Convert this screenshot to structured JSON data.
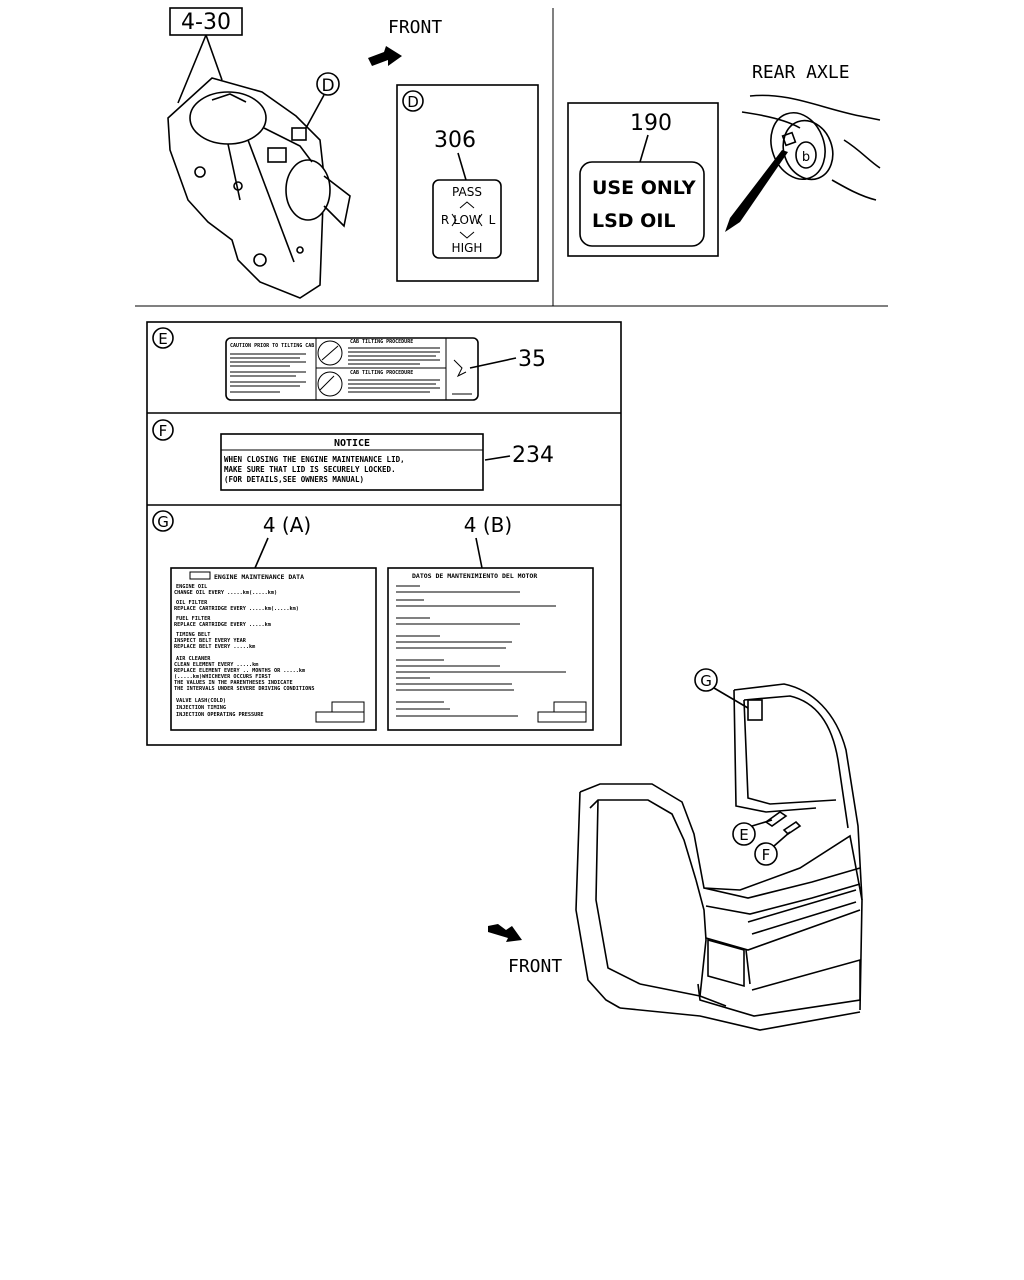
{
  "callouts": {
    "ref_4_30": "4-30",
    "front_top": "FRONT",
    "front_bottom": "FRONT",
    "rear_axle": "REAR AXLE",
    "c_d": "D",
    "c_d_box": "D",
    "c_e": "E",
    "c_f": "F",
    "c_g": "G",
    "c_e_cab": "E",
    "c_f_cab": "F",
    "c_g_cab": "G",
    "c_b_axle": "b"
  },
  "label_306": {
    "part": "306",
    "pass": "PASS",
    "r": "R",
    "low": "LOW",
    "l": "L",
    "high": "HIGH"
  },
  "label_190": {
    "part": "190",
    "line1": "USE ONLY",
    "line2": "LSD OIL"
  },
  "label_35": {
    "part": "35",
    "left_title": "CAUTION PRIOR TO TILTING CAB",
    "right_title_1": "CAB TILTING PROCEDURE",
    "right_title_2": "CAB TILTING PROCEDURE"
  },
  "label_234": {
    "part": "234",
    "title": "NOTICE",
    "line1": "WHEN CLOSING THE ENGINE MAINTENANCE LID,",
    "line2": "MAKE SURE THAT LID IS SECURELY LOCKED.",
    "line3": "(FOR DETAILS,SEE OWNERS MANUAL)"
  },
  "label_4a": {
    "part": "4 (A)",
    "title": "ENGINE MAINTENANCE DATA",
    "lines": [
      "ENGINE OIL",
      "CHANGE OIL EVERY .....km(.....km)",
      "OIL FILTER",
      "REPLACE CARTRIDGE EVERY .....km(.....km)",
      "FUEL FILTER",
      "REPLACE CARTRIDGE EVERY .....km",
      "TIMING BELT",
      "INSPECT BELT EVERY YEAR",
      "REPLACE BELT EVERY .....km",
      "AIR CLEANER",
      "CLEAN ELEMENT EVERY .....km",
      "REPLACE ELEMENT EVERY .. MONTHS OR .....km",
      "(.....km)WHICHEVER OCCURS FIRST",
      "THE VALUES IN THE PARENTHESES INDICATE",
      "THE INTERVALS UNDER SEVERE DRIVING CONDITIONS",
      "VALVE LASH(COLD)",
      "INJECTION TIMING",
      "INJECTION OPERATING PRESSURE"
    ]
  },
  "label_4b": {
    "part": "4 (B)",
    "title": "DATOS DE MANTENIMIENTO DEL MOTOR"
  }
}
